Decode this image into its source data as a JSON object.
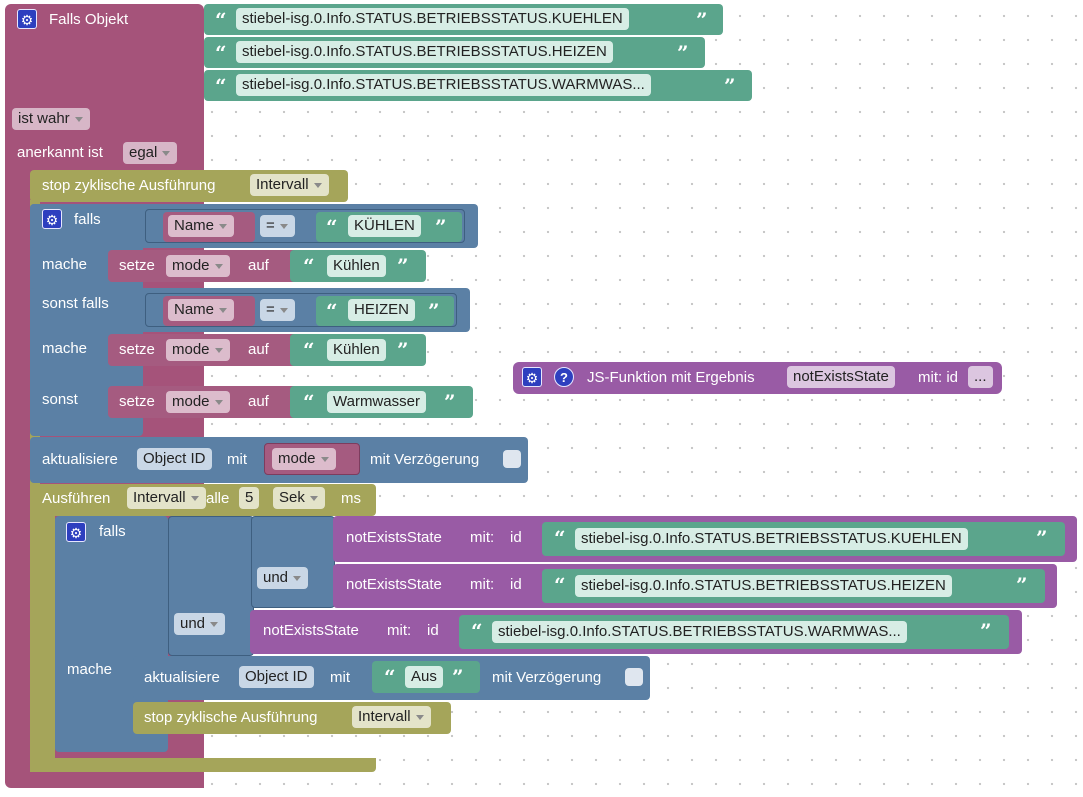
{
  "trigger": {
    "title": "Falls Objekt",
    "ids": [
      "stiebel-isg.0.Info.STATUS.BETRIEBSSTATUS.KUEHLEN",
      "stiebel-isg.0.Info.STATUS.BETRIEBSSTATUS.HEIZEN",
      "stiebel-isg.0.Info.STATUS.BETRIEBSSTATUS.WARMWAS..."
    ],
    "condition": "ist wahr",
    "ack_label": "anerkannt ist",
    "ack_value": "egal"
  },
  "stop1": {
    "label": "stop zyklische Ausführung",
    "timer": "Intervall"
  },
  "if1": {
    "falls": "falls",
    "mache": "mache",
    "sonst_falls": "sonst falls",
    "sonst": "sonst",
    "cond1": {
      "var": "Name",
      "op": "=",
      "value": "KÜHLEN"
    },
    "cond2": {
      "var": "Name",
      "op": "=",
      "value": "HEIZEN"
    },
    "set_label": "setze",
    "set_var": "mode",
    "set_auf": "auf",
    "set1": "Kühlen",
    "set2": "Kühlen",
    "set3": "Warmwasser"
  },
  "update1": {
    "label": "aktualisiere",
    "object": "Object ID",
    "mit": "mit",
    "var": "mode",
    "delay_label": "mit Verzögerung"
  },
  "loose_fn": {
    "label": "JS-Funktion mit Ergebnis",
    "name": "notExistsState",
    "mit_id": "mit: id",
    "more": "..."
  },
  "interval": {
    "label": "Ausführen",
    "timer": "Intervall",
    "alle": "alle",
    "value": "5",
    "unit": "Sek",
    "ms": "ms"
  },
  "if2": {
    "falls": "falls",
    "mache": "mache",
    "und": "und",
    "fn_name": "notExistsState",
    "fn_mit": "mit:",
    "fn_id": "id",
    "ids": [
      "stiebel-isg.0.Info.STATUS.BETRIEBSSTATUS.KUEHLEN",
      "stiebel-isg.0.Info.STATUS.BETRIEBSSTATUS.HEIZEN",
      "stiebel-isg.0.Info.STATUS.BETRIEBSSTATUS.WARMWAS..."
    ]
  },
  "update2": {
    "label": "aktualisiere",
    "object": "Object ID",
    "mit": "mit",
    "value": "Aus",
    "delay_label": "mit Verzögerung"
  },
  "stop2": {
    "label": "stop zyklische Ausführung",
    "timer": "Intervall"
  },
  "colors": {
    "event": "#a5537a",
    "timer": "#a5a55a",
    "logic": "#5b80a5",
    "text": "#5ba58c",
    "variable": "#a55b80",
    "procedure": "#995ba5",
    "gear": "#2d3fbf"
  }
}
